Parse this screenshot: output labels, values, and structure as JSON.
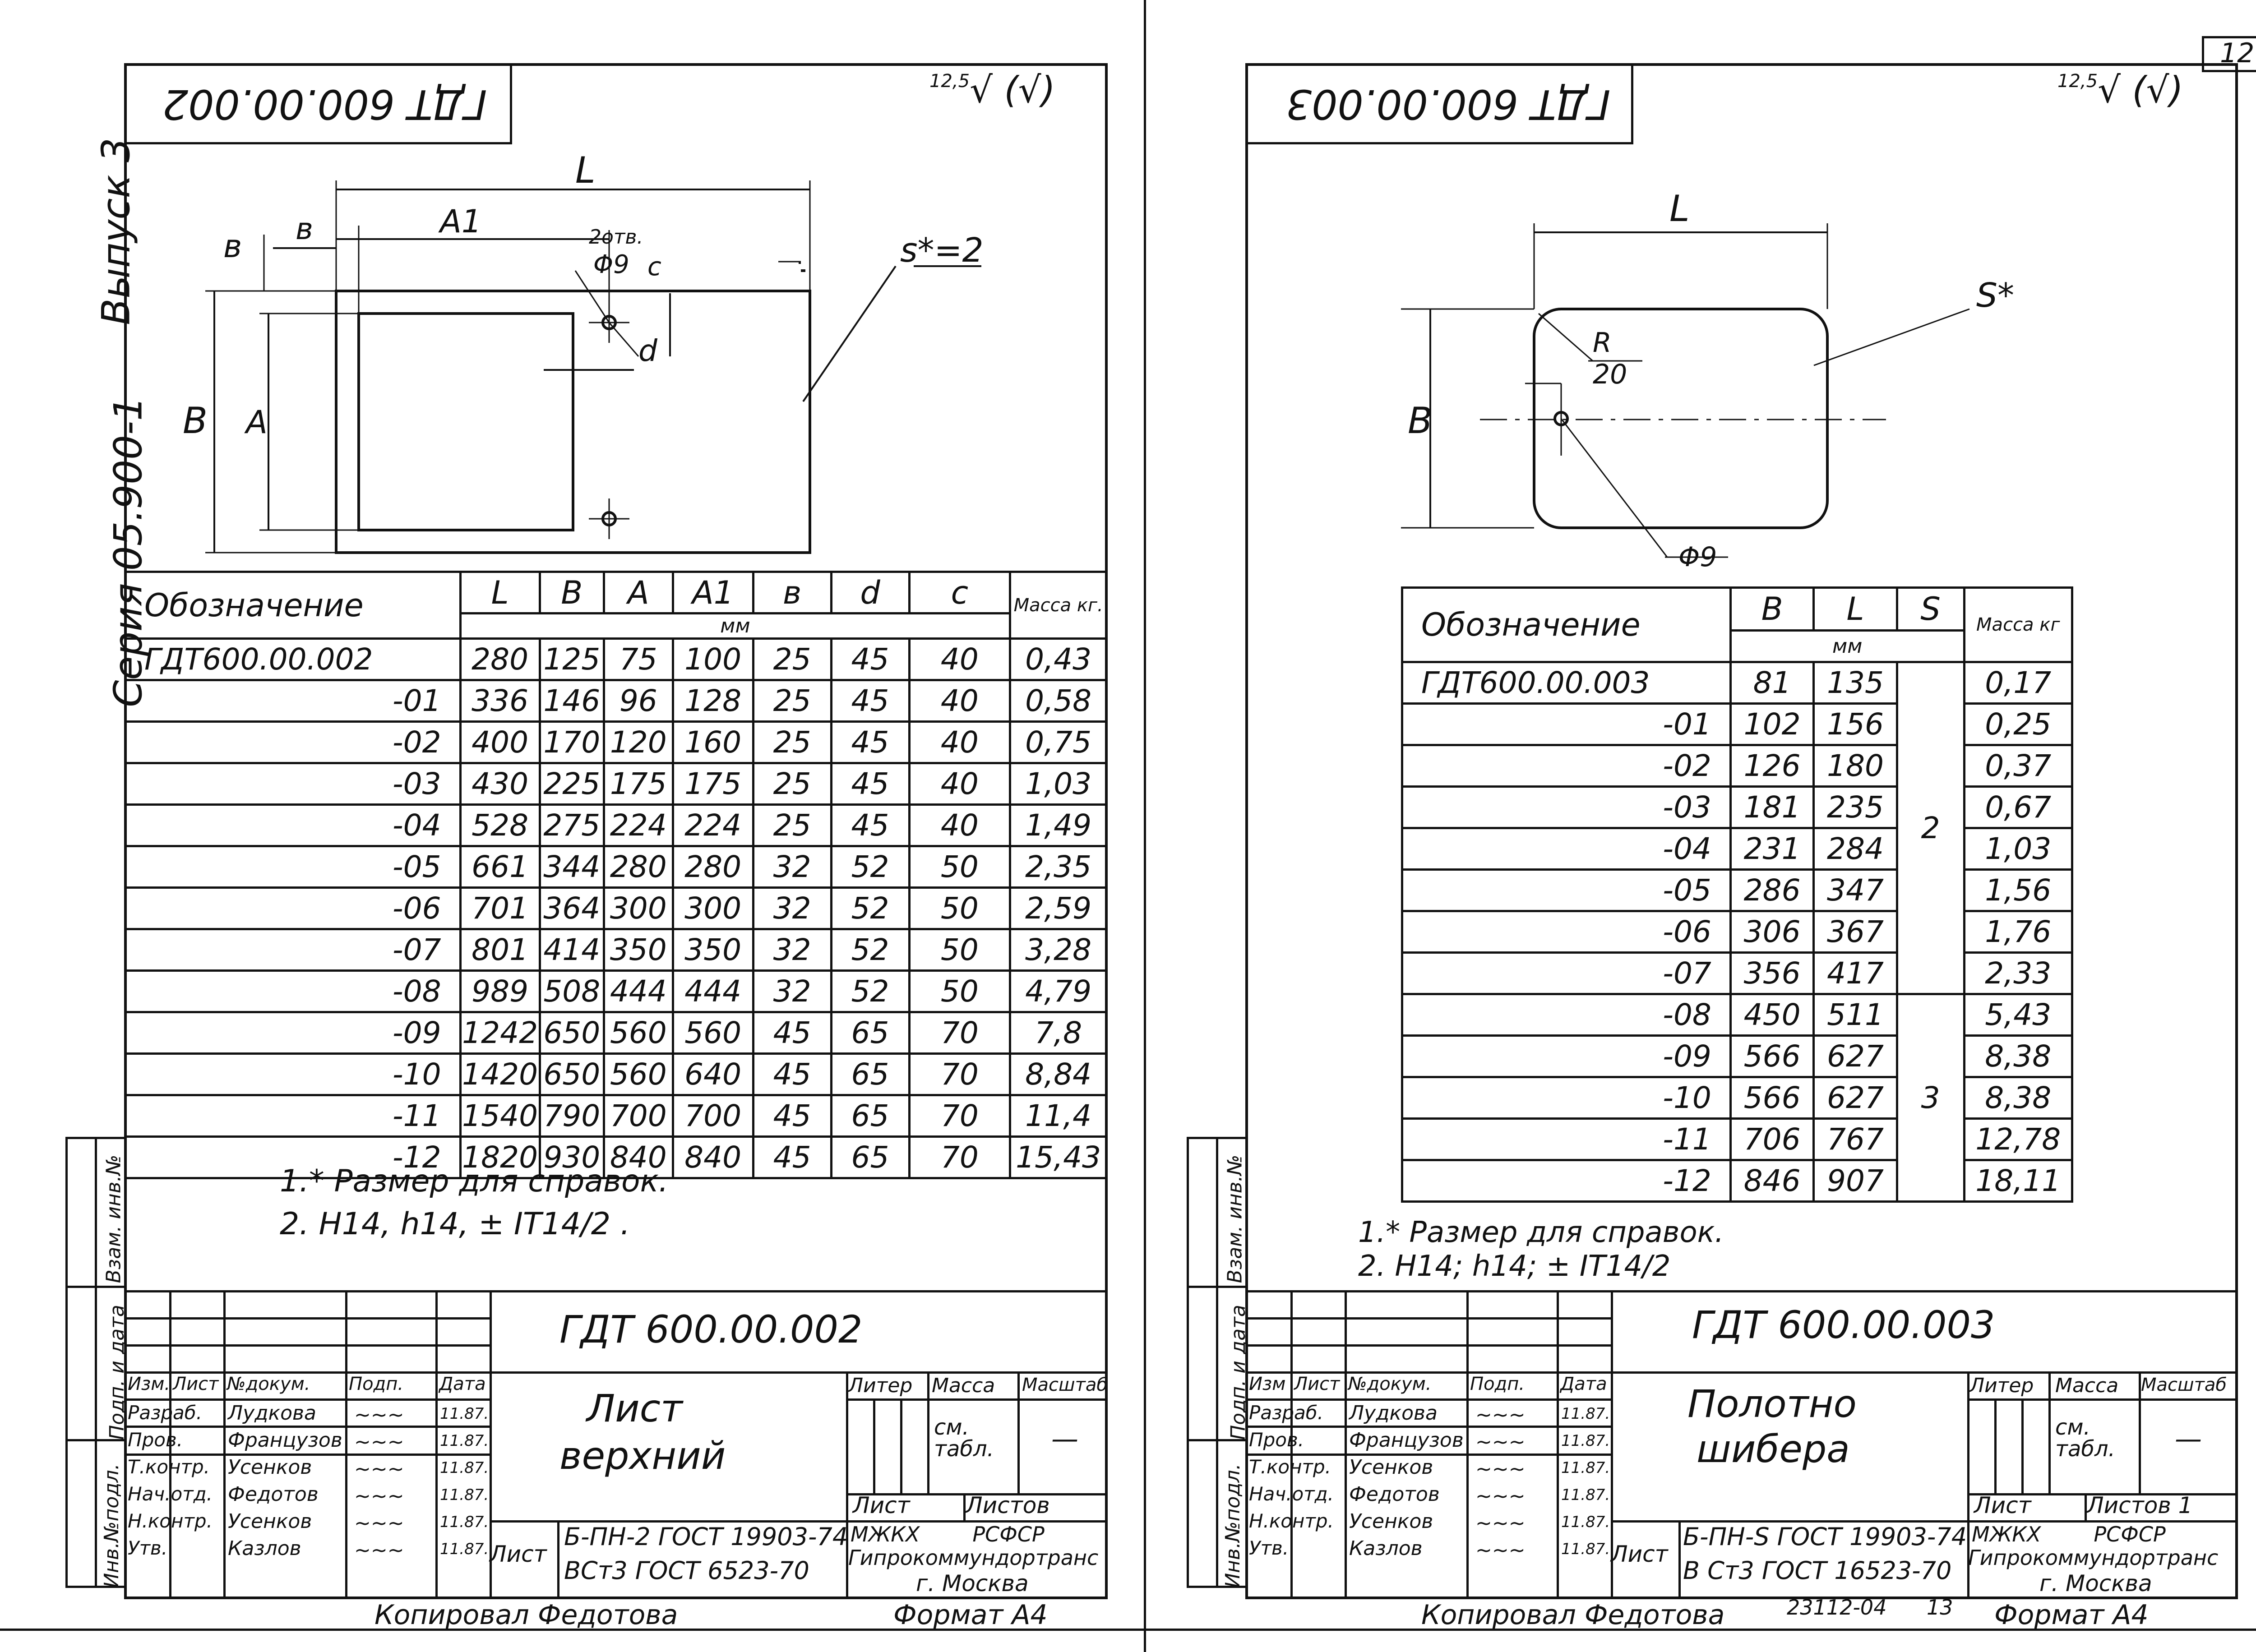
{
  "page_number": "12",
  "side_label": {
    "series": "Серия 05.900-1",
    "issue": "Выпуск 3",
    "cells": [
      "Инв.№подл.",
      "Подп. и дата",
      "Взам. инв.№"
    ]
  },
  "roughness": {
    "value": "12,5",
    "symbol": "√ (√)"
  },
  "left": {
    "mirrored_code": "ГДТ 600.00.002",
    "dims": {
      "L": "L",
      "B": "B",
      "A": "A",
      "A1": "A1",
      "b": "в",
      "d": "d",
      "c": "c",
      "holes": "2отв.",
      "phi": "Φ9",
      "s": "s*=2"
    },
    "table": {
      "headers": [
        "Обозначение",
        "L",
        "B",
        "A",
        "A1",
        "в",
        "d",
        "c",
        "Масса кг."
      ],
      "unit": "мм",
      "rows": [
        [
          "ГДТ600.00.002",
          "280",
          "125",
          "75",
          "100",
          "25",
          "45",
          "40",
          "0,43"
        ],
        [
          "-01",
          "336",
          "146",
          "96",
          "128",
          "25",
          "45",
          "40",
          "0,58"
        ],
        [
          "-02",
          "400",
          "170",
          "120",
          "160",
          "25",
          "45",
          "40",
          "0,75"
        ],
        [
          "-03",
          "430",
          "225",
          "175",
          "175",
          "25",
          "45",
          "40",
          "1,03"
        ],
        [
          "-04",
          "528",
          "275",
          "224",
          "224",
          "25",
          "45",
          "40",
          "1,49"
        ],
        [
          "-05",
          "661",
          "344",
          "280",
          "280",
          "32",
          "52",
          "50",
          "2,35"
        ],
        [
          "-06",
          "701",
          "364",
          "300",
          "300",
          "32",
          "52",
          "50",
          "2,59"
        ],
        [
          "-07",
          "801",
          "414",
          "350",
          "350",
          "32",
          "52",
          "50",
          "3,28"
        ],
        [
          "-08",
          "989",
          "508",
          "444",
          "444",
          "32",
          "52",
          "50",
          "4,79"
        ],
        [
          "-09",
          "1242",
          "650",
          "560",
          "560",
          "45",
          "65",
          "70",
          "7,8"
        ],
        [
          "-10",
          "1420",
          "650",
          "560",
          "640",
          "45",
          "65",
          "70",
          "8,84"
        ],
        [
          "-11",
          "1540",
          "790",
          "700",
          "700",
          "45",
          "65",
          "70",
          "11,4"
        ],
        [
          "-12",
          "1820",
          "930",
          "840",
          "840",
          "45",
          "65",
          "70",
          "15,43"
        ]
      ]
    },
    "notes": [
      "1.* Размер для справок.",
      "2. H14, h14, ± IT14/2 ."
    ],
    "title_block": {
      "code": "ГДТ 600.00.002",
      "title_line1": "Лист",
      "title_line2": "верхний",
      "material_label": "Лист",
      "material1": "Б-ПН-2 ГОСТ 19903-74",
      "material2": "ВСт3 ГОСТ 6523-70",
      "liter": "Литер",
      "mass": "Масса",
      "scale": "Масштаб",
      "mass_value": "см. табл.",
      "scale_value": "—",
      "sheet": "Лист",
      "sheets": "Листов",
      "org1": "МЖКХ        РСФСР",
      "org2": "Гипрокоммундортранс",
      "org3": "г. Москва",
      "roles": [
        [
          "Изм.",
          "Лист",
          "№докум.",
          "Подп.",
          "Дата"
        ],
        [
          "Разраб.",
          "Лудкова",
          "",
          "11.87."
        ],
        [
          "Пров.",
          "Французов",
          "",
          "11.87."
        ],
        [
          "Т.контр.",
          "Усенков",
          "",
          "11.87."
        ],
        [
          "Нач.отд.",
          "Федотов",
          "",
          "11.87."
        ],
        [
          "Н.контр.",
          "Усенков",
          "",
          "11.87."
        ],
        [
          "Утв.",
          "Казлов",
          "",
          "11.87."
        ]
      ]
    },
    "footer": {
      "copied": "Копировал Федотова",
      "format": "Формат А4"
    }
  },
  "right": {
    "mirrored_code": "ГДТ 600.00.003",
    "dims": {
      "L": "L",
      "B": "B",
      "R": "R",
      "R_val": "20",
      "phi": "Φ9",
      "s": "S*"
    },
    "table": {
      "headers": [
        "Обозначение",
        "B",
        "L",
        "S",
        "Масса кг"
      ],
      "unit": "мм",
      "rows": [
        [
          "ГДТ600.00.003",
          "81",
          "135",
          "0,17"
        ],
        [
          "-01",
          "102",
          "156",
          "0,25"
        ],
        [
          "-02",
          "126",
          "180",
          "0,37"
        ],
        [
          "-03",
          "181",
          "235",
          "0,67"
        ],
        [
          "-04",
          "231",
          "284",
          "1,03"
        ],
        [
          "-05",
          "286",
          "347",
          "1,56"
        ],
        [
          "-06",
          "306",
          "367",
          "1,76"
        ],
        [
          "-07",
          "356",
          "417",
          "2,33"
        ],
        [
          "-08",
          "450",
          "511",
          "5,43"
        ],
        [
          "-09",
          "566",
          "627",
          "8,38"
        ],
        [
          "-10",
          "566",
          "627",
          "8,38"
        ],
        [
          "-11",
          "706",
          "767",
          "12,78"
        ],
        [
          "-12",
          "846",
          "907",
          "18,11"
        ]
      ],
      "s_values": [
        "2",
        "3"
      ]
    },
    "notes": [
      "1.* Размер для справок.",
      "2. H14; h14; ± IT14/2"
    ],
    "title_block": {
      "code": "ГДТ 600.00.003",
      "title_line1": "Полотно",
      "title_line2": "шибера",
      "material_label": "Лист",
      "material1": "Б-ПН-S ГОСТ 19903-74",
      "material2": "В Ст3 ГОСТ 16523-70",
      "liter": "Литер",
      "mass": "Масса",
      "scale": "Масштаб",
      "mass_value": "см. табл.",
      "scale_value": "—",
      "sheet": "Лист",
      "sheets": "Листов 1",
      "org1": "МЖКХ        РСФСР",
      "org2": "Гипрокоммундортранс",
      "org3": "г. Москва",
      "roles": [
        [
          "Изм",
          "Лист",
          "№докум.",
          "Подп.",
          "Дата"
        ],
        [
          "Разраб.",
          "Лудкова",
          "",
          "11.87."
        ],
        [
          "Пров.",
          "Французов",
          "",
          "11.87."
        ],
        [
          "Т.контр.",
          "Усенков",
          "",
          "11.87."
        ],
        [
          "Нач.отд.",
          "Федотов",
          "",
          "11.87."
        ],
        [
          "Н.контр.",
          "Усенков",
          "",
          "11.87."
        ],
        [
          "Утв.",
          "Казлов",
          "",
          "11.87."
        ]
      ]
    },
    "footer": {
      "copied": "Копировал Федотова",
      "order": "23112-04",
      "page": "13",
      "format": "Формат А4"
    }
  }
}
